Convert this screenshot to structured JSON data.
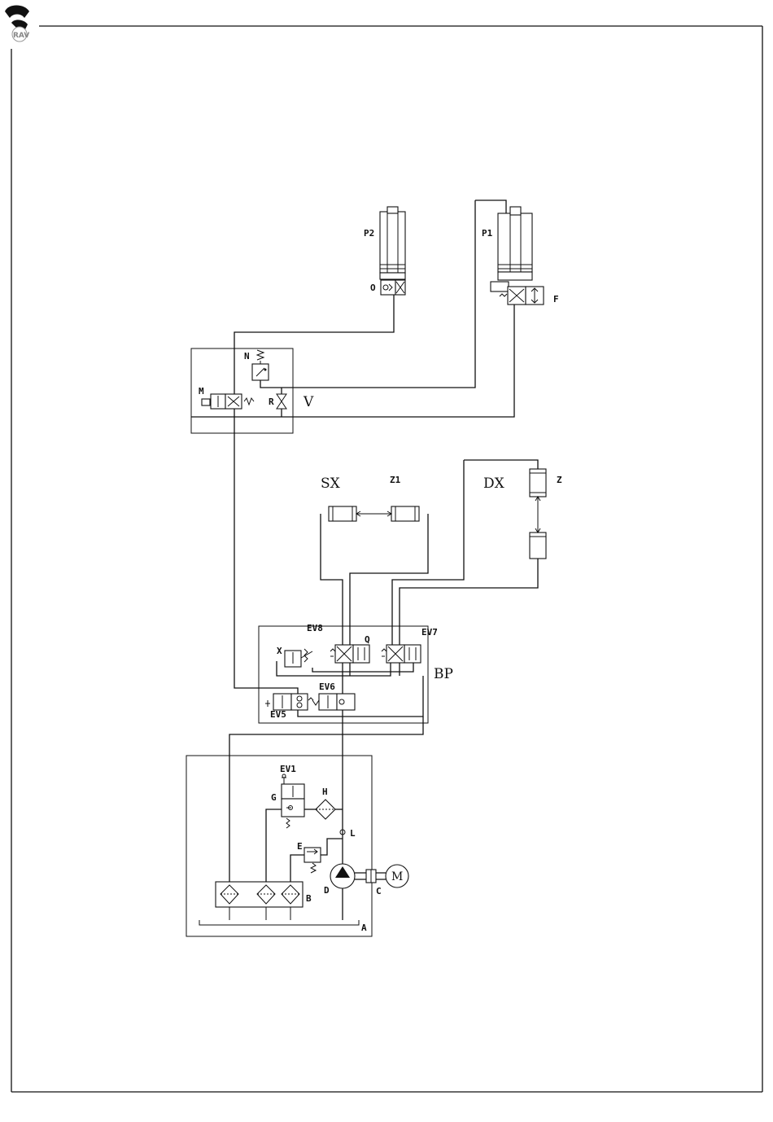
{
  "labels": {
    "P2": "P2",
    "P1": "P1",
    "O": "O",
    "F": "F",
    "N": "N",
    "M_valve": "M",
    "R": "R",
    "V": "V",
    "SX": "SX",
    "Z1": "Z1",
    "DX": "DX",
    "Z": "Z",
    "EV8": "EV8",
    "Q": "Q",
    "EV7": "EV7",
    "X": "X",
    "BP": "BP",
    "EV6": "EV6",
    "EV5": "EV5",
    "EV1": "EV1",
    "G": "G",
    "H": "H",
    "L": "L",
    "E": "E",
    "D": "D",
    "C": "C",
    "M_motor": "M",
    "B": "B",
    "A": "A"
  },
  "icons": {
    "logo": "brand-logo-icon"
  }
}
